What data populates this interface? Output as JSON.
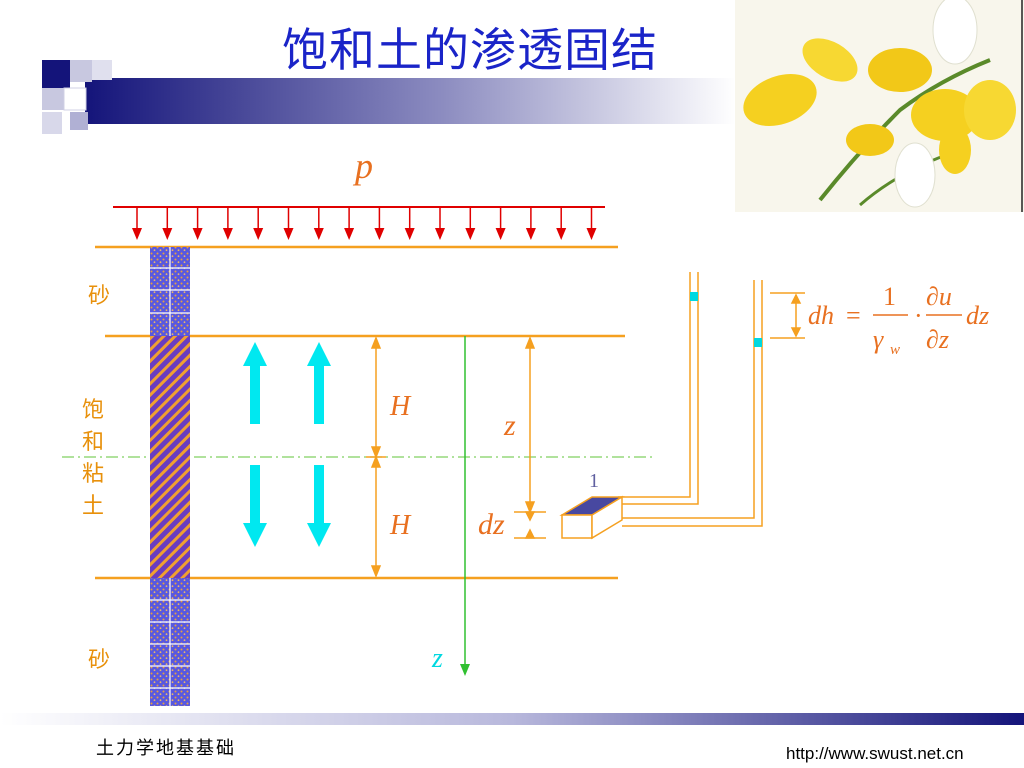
{
  "slide": {
    "title": "饱和土的渗透固结",
    "footer_left": "土力学地基基础",
    "footer_right": "http://www.swust.net.cn"
  },
  "diagram": {
    "load_label": "p",
    "layer_top": "砂",
    "layer_middle": [
      "饱",
      "和",
      "粘",
      "土"
    ],
    "layer_bottom": "砂",
    "half_thickness_upper": "H",
    "half_thickness_lower": "H",
    "depth_label": "z",
    "element_thickness_label": "dz",
    "axis_label": "z",
    "element_number": "1",
    "formula": {
      "lhs": "dh",
      "equals": "=",
      "numerator": "1",
      "denominator_gamma": "γ",
      "denominator_sub": "w",
      "dot": "·",
      "partial_num": "∂u",
      "partial_den": "∂z",
      "tail": "dz"
    }
  },
  "colors": {
    "title": "#1a24c8",
    "layer_line": "#f5a020",
    "load_arrow": "#e00000",
    "flow_arrow": "#00e8f0",
    "label_orange": "#e8900a",
    "axis_green": "#30c030"
  }
}
